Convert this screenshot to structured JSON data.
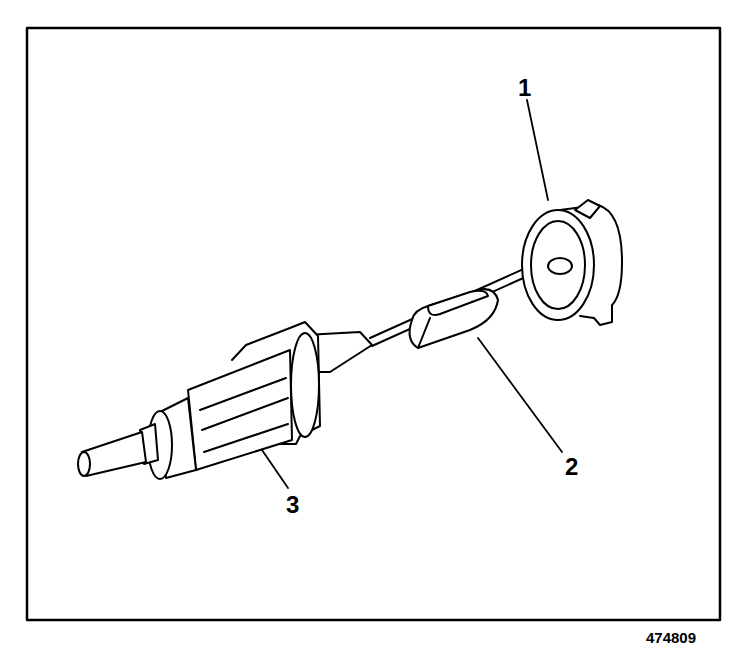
{
  "diagram": {
    "labels": [
      "1",
      "2",
      "3",
      "474809"
    ]
  }
}
